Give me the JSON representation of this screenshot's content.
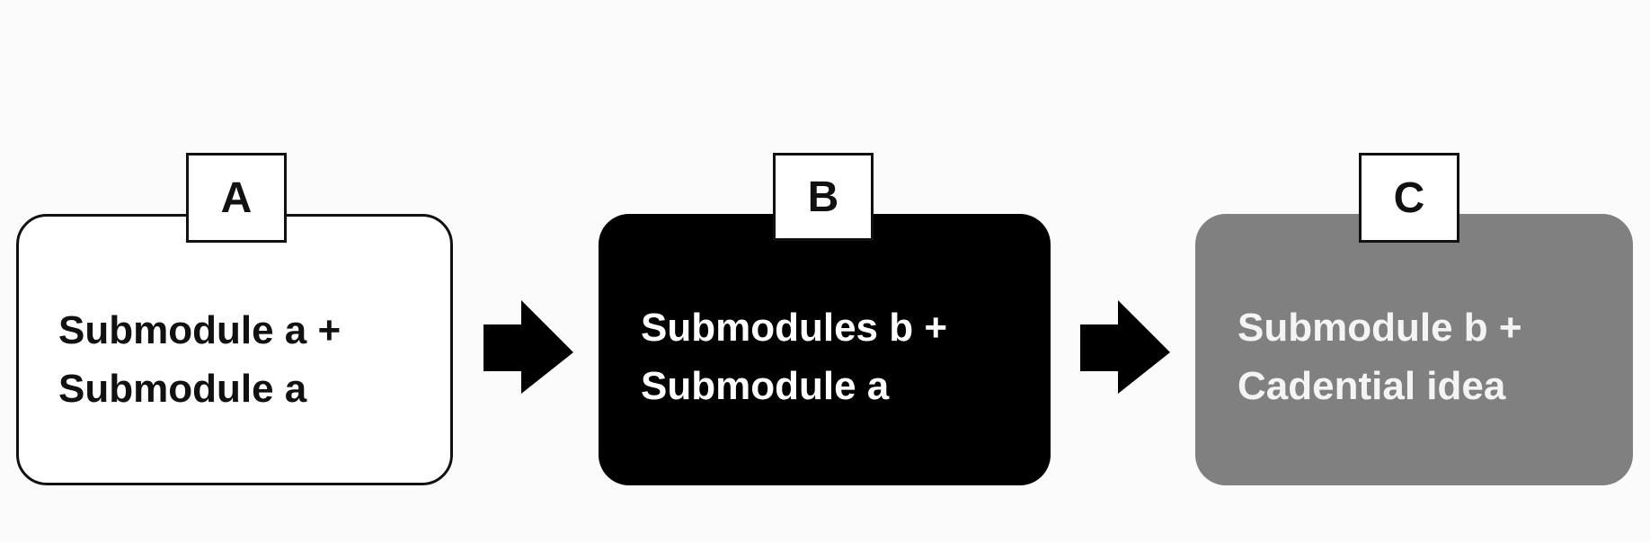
{
  "stages": [
    {
      "id": "A",
      "label": "A",
      "line1": "Submodule a +",
      "line2": "Submodule a",
      "fill": "#ffffff",
      "text_color": "#111111"
    },
    {
      "id": "B",
      "label": "B",
      "line1": "Submodules b +",
      "line2": "Submodule a",
      "fill": "#000000",
      "text_color": "#ffffff"
    },
    {
      "id": "C",
      "label": "C",
      "line1": "Submodule b +",
      "line2": "Cadential idea",
      "fill": "#808080",
      "text_color": "#f4f4f4"
    }
  ],
  "arrow_color": "#000000"
}
